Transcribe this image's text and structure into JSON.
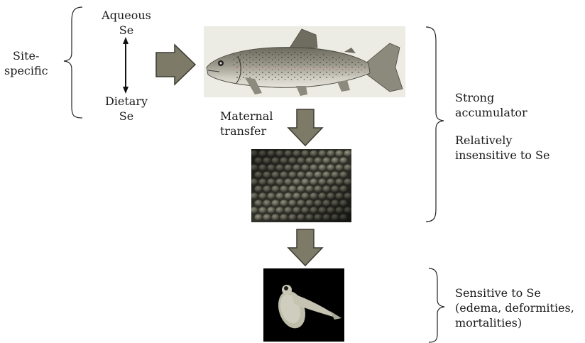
{
  "labels": {
    "site_specific_line1": "Site-",
    "site_specific_line2": "specific",
    "aqueous_line1": "Aqueous",
    "aqueous_line2": "Se",
    "dietary_line1": "Dietary",
    "dietary_line2": "Se",
    "maternal_line1": "Maternal",
    "maternal_line2": "transfer",
    "strong_line1": "Strong",
    "strong_line2": "accumulator",
    "relatively_line1": "Relatively",
    "relatively_line2": "insensitive to Se",
    "sensitive_line1": "Sensitive to Se",
    "sensitive_line2": "(edema, deformities,",
    "sensitive_line3": "mortalities)"
  },
  "images": {
    "adult_fish": "trout-illustration",
    "eggs": "egg-mass-photo",
    "larva": "larval-fish-photo"
  },
  "colors": {
    "arrow_fill": "#7d7b68",
    "arrow_stroke": "#3c3b30",
    "photo_dark": "#111111",
    "fish_bg": "#ecebe4"
  }
}
